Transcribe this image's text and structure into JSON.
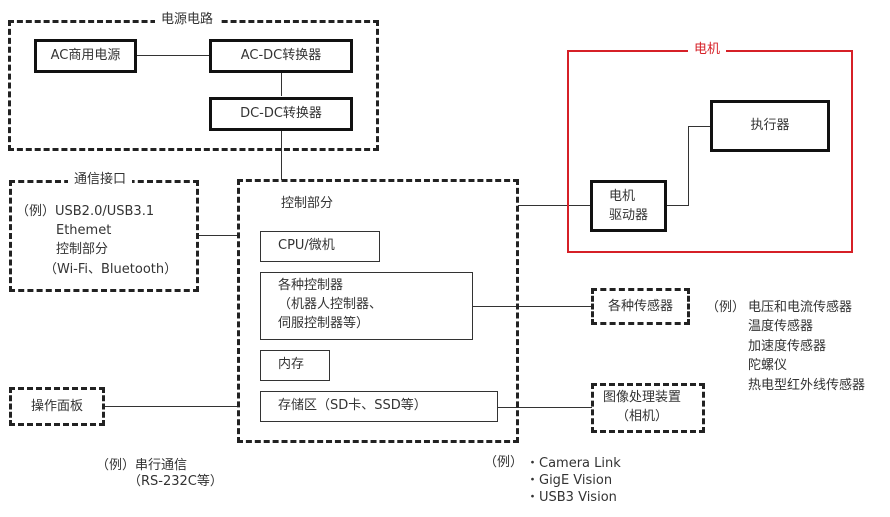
{
  "power_circuit": {
    "title": "电源电路",
    "ac_source": "AC商用电源",
    "ac_dc": "AC-DC转换器",
    "dc_dc": "DC-DC转换器"
  },
  "comm_interface": {
    "title": "通信接口",
    "lines": [
      "（例）USB2.0/USB3.1",
      "Ethemet",
      "控制部分",
      "（Wi-Fi、Bluetooth）"
    ]
  },
  "control": {
    "title": "控制部分",
    "cpu": "CPU/微机",
    "controllers": [
      "各种控制器",
      "（机器人控制器、",
      "伺服控制器等）"
    ],
    "memory": "内存",
    "storage": "存储区（SD卡、SSD等）"
  },
  "motor": {
    "title": "电机",
    "title_color": "#d62027",
    "driver": [
      "电机",
      "驱动器"
    ],
    "actuator": "执行器"
  },
  "sensors": {
    "label": "各种传感器",
    "example_prefix": "（例）",
    "examples": [
      "电压和电流传感器",
      "温度传感器",
      "加速度传感器",
      "陀螺仪",
      "热电型红外线传感器"
    ]
  },
  "image_device": {
    "lines": [
      "图像处理装置",
      "（相机）"
    ],
    "example_prefix": "（例）",
    "examples": [
      "・Camera Link",
      "・GigE Vision",
      "・USB3 Vision"
    ]
  },
  "panel": {
    "label": "操作面板",
    "example": [
      "（例）串行通信",
      "（RS-232C等）"
    ]
  }
}
